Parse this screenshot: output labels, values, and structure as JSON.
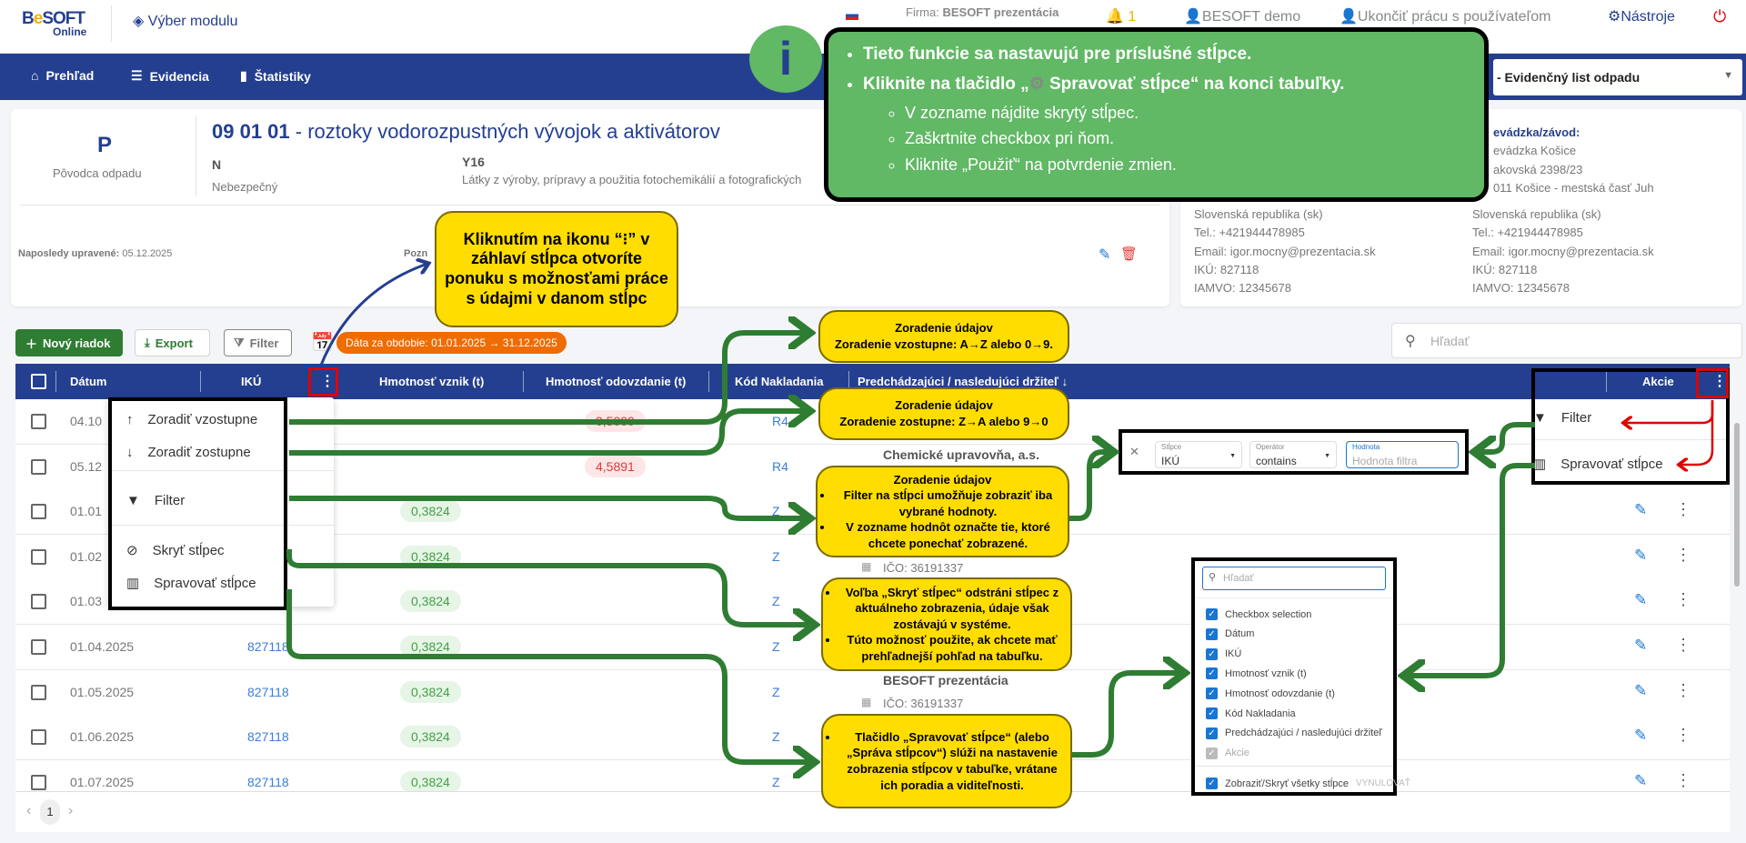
{
  "header": {
    "logo_text": "BESOFT",
    "logo_sub": "Online",
    "module_select": "Výber modulu",
    "firma_label": "Firma:",
    "firma_value": "BESOFT prezentácia",
    "notifications": "1",
    "user": "BESOFT demo",
    "end_work": "Ukončiť prácu s používateľom",
    "tools": "Nástroje"
  },
  "nav": {
    "items": [
      {
        "label": "Prehľad"
      },
      {
        "label": "Evidencia"
      },
      {
        "label": "Štatistiky"
      }
    ],
    "document_select": "- Evidenčný list odpadu"
  },
  "waste_card": {
    "type_letter": "P",
    "type_label": "Pôvodca odpadu",
    "code": "09 01 01",
    "name": " - roztoky vodorozpustných vývojok a aktivátorov",
    "category": "N",
    "category_label": "Nebezpečný",
    "y_code": "Y16",
    "y_desc": "Látky z výroby, prípravy a použitia fotochemikálií a fotografických",
    "last_modified_label": "Naposledy upravené:",
    "last_modified": "05.12.2025",
    "note_label": "Pozn"
  },
  "address_card": {
    "col1": [
      "Slovenská republika (sk)",
      "Tel.: +421944478985",
      "Email: igor.mocny@prezentacia.sk",
      "IKÚ: 827118",
      "IAMVO: 12345678"
    ],
    "col2_title": "evádzka/závod:",
    "col2": [
      "evádzka Košice",
      "akovská 2398/23",
      "011 Košice - mestská časť Juh",
      "Slovenská republika (sk)",
      "Tel.: +421944478985",
      "Email: igor.mocny@prezentacia.sk",
      "IKÚ: 827118",
      "IAMVO: 12345678"
    ]
  },
  "toolbar": {
    "new_row": "Nový riadok",
    "export": "Export",
    "filter": "Filter",
    "period": "Dáta za obdobie: 01.01.2025 → 31.12.2025",
    "search_placeholder": "Hľadať"
  },
  "table": {
    "columns": [
      "Dátum",
      "IKÚ",
      "Hmotnosť vznik (t)",
      "Hmotnosť odovzdanie (t)",
      "Kód Nakladania",
      "Predchádzajúci / nasledujúci držiteľ",
      "Akcie"
    ],
    "rows": [
      {
        "date": "04.10",
        "iku": "",
        "vznik": "",
        "odovzdanie": "0,5000",
        "kod": "R4",
        "holder": "",
        "holder_ico": ""
      },
      {
        "date": "05.12",
        "iku": "",
        "vznik": "",
        "odovzdanie": "4,5891",
        "kod": "R4",
        "holder": "Chemické upravovňa, a.s.",
        "holder_ico": ""
      },
      {
        "date": "01.01",
        "iku": "",
        "vznik": "0,3824",
        "odovzdanie": "",
        "kod": "Z",
        "holder": "",
        "holder_ico": ""
      },
      {
        "date": "01.02",
        "iku": "",
        "vznik": "0,3824",
        "odovzdanie": "",
        "kod": "Z",
        "holder": "",
        "holder_ico": "IČO: 36191337"
      },
      {
        "date": "01.03",
        "iku": "",
        "vznik": "0,3824",
        "odovzdanie": "",
        "kod": "Z",
        "holder": "",
        "holder_ico": ""
      },
      {
        "date": "01.04.2025",
        "iku": "827118",
        "vznik": "0,3824",
        "odovzdanie": "",
        "kod": "Z",
        "holder": "",
        "holder_ico": ""
      },
      {
        "date": "01.05.2025",
        "iku": "827118",
        "vznik": "0,3824",
        "odovzdanie": "",
        "kod": "Z",
        "holder": "BESOFT prezentácia",
        "holder_ico": "IČO: 36191337"
      },
      {
        "date": "01.06.2025",
        "iku": "827118",
        "vznik": "0,3824",
        "odovzdanie": "",
        "kod": "Z",
        "holder": "",
        "holder_ico": ""
      },
      {
        "date": "01.07.2025",
        "iku": "827118",
        "vznik": "0,3824",
        "odovzdanie": "",
        "kod": "Z",
        "holder": "",
        "holder_ico": ""
      }
    ],
    "page": "1"
  },
  "column_menu": {
    "items": [
      "Zoradiť vzostupne",
      "Zoradiť zostupne",
      "Filter",
      "Skryť stĺpec",
      "Spravovať stĺpce"
    ]
  },
  "actions_menu": {
    "items": [
      "Filter",
      "Spravovať stĺpce"
    ]
  },
  "filter_panel": {
    "col_label": "Stĺpce",
    "col_value": "IKÚ",
    "op_label": "Operátor",
    "op_value": "contains",
    "val_label": "Hodnota",
    "val_placeholder": "Hodnota filtra"
  },
  "column_chooser": {
    "search_placeholder": "Hľadať",
    "items": [
      "Checkbox selection",
      "Dátum",
      "IKÚ",
      "Hmotnosť vznik (t)",
      "Hmotnosť odovzdanie (t)",
      "Kód Nakladania",
      "Predchádzajúci / nasledujúci držiteľ",
      "Akcie"
    ],
    "toggle_all": "Zobraziť/Skryť všetky stĺpce",
    "reset": "VYNULOVAŤ"
  },
  "callouts": {
    "info_icon": "i",
    "info": [
      "Tieto funkcie sa nastavujú pre príslušné stĺpce.",
      "Kliknite na tlačidlo „",
      "Spravovať stĺpce“ na konci tabuľky."
    ],
    "info_sub": [
      "V zozname nájdite skrytý stĺpec.",
      "Zaškrtnite checkbox pri ňom.",
      "Kliknite „Použiť“ na potvrdenie zmien."
    ],
    "kebab": "Kliknutím na ikonu “⁝” v záhlaví stĺpca otvoríte ponuku s možnosťami práce s údajmi v danom stĺpc",
    "sort_title": "Zoradenie údajov",
    "sort_asc": "Zoradenie vzostupne: A→Z alebo 0→9.",
    "sort_desc": "Zoradenie zostupne: Z→A alebo 9→0",
    "filter": [
      "Filter na stĺpci umožňuje zobraziť iba vybrané hodnoty.",
      "V zozname hodnôt označte tie, ktoré chcete ponechať zobrazené."
    ],
    "hide": [
      "Voľba „Skryť stĺpec“ odstráni stĺpec z aktuálneho zobrazenia, údaje však zostávajú v systéme.",
      "Túto možnosť použite, ak chcete mať prehľadnejší pohľad na tabuľku."
    ],
    "manage": [
      "Tlačidlo „Spravovať stĺpce“ (alebo „Správa stĺpcov“) slúži na nastavenie zobrazenia stĺpcov v tabuľke, vrátane ich poradia a viditeľnosti."
    ]
  },
  "colors": {
    "primary": "#243f8f",
    "accent_green": "#2e7d32",
    "callout_yellow": "#ffdd00",
    "callout_green": "#61b865",
    "period_orange": "#ef6c00"
  }
}
